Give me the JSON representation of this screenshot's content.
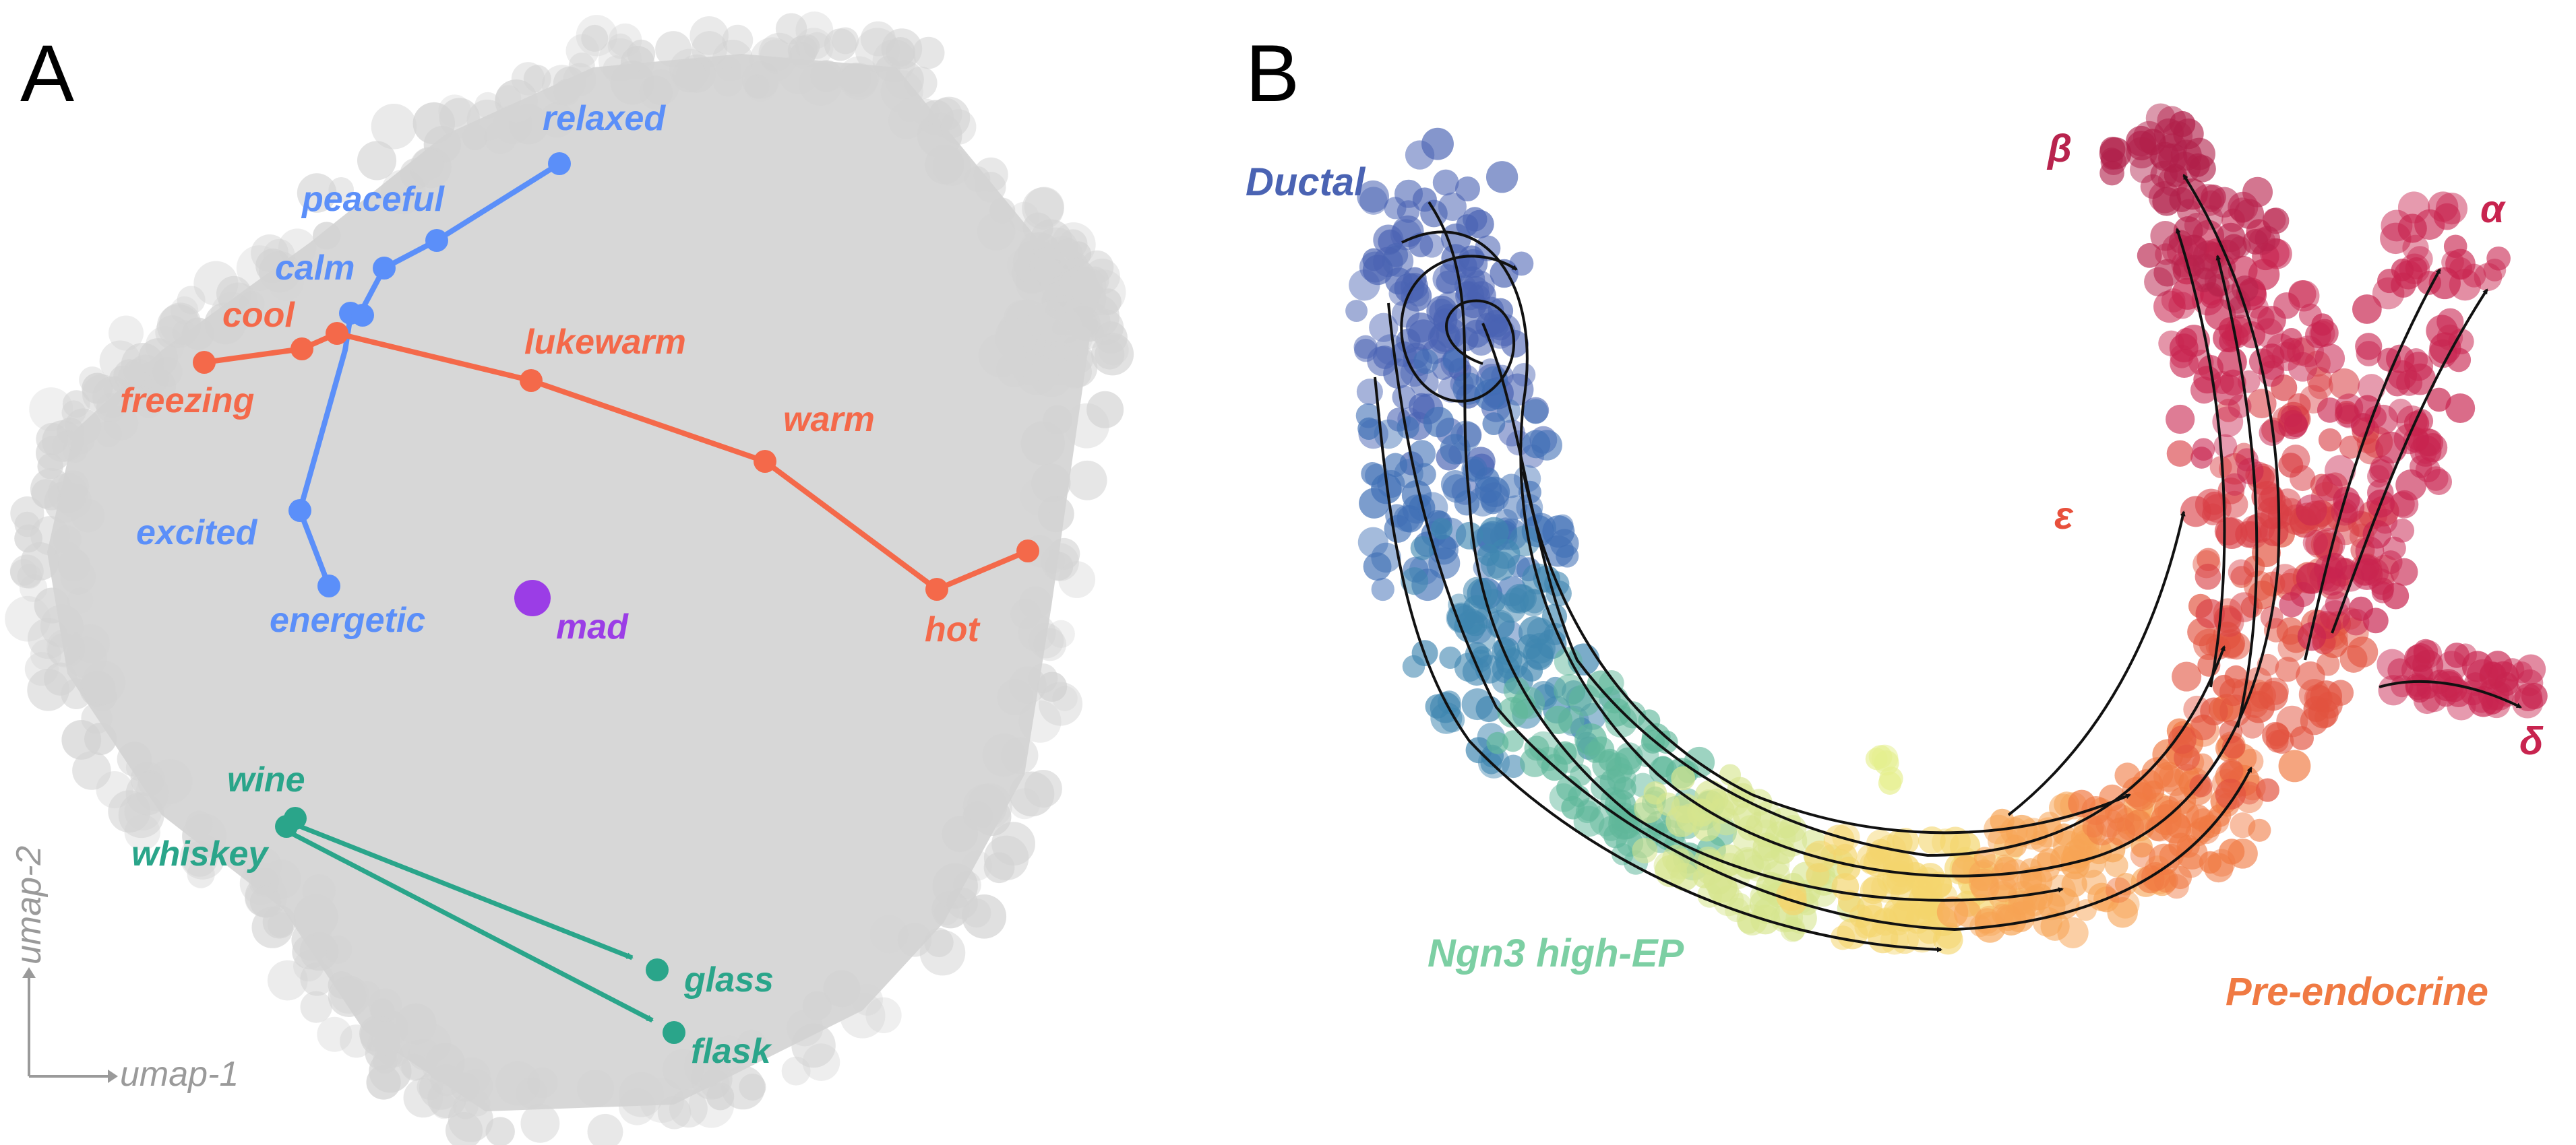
{
  "panels": [
    {
      "letter": "A",
      "axes": {
        "x_label": "umap-1",
        "y_label": "umap-2"
      },
      "colors": {
        "cloud": "#d3d3d3",
        "emotion": "#5b8ff9",
        "temperature": "#f4694a",
        "drink": "#2aa58a",
        "outlier": "#9b3de6"
      },
      "groups": [
        {
          "id": "emotion",
          "words": [
            "relaxed",
            "peaceful",
            "calm",
            "excited",
            "energetic"
          ]
        },
        {
          "id": "temperature",
          "words": [
            "cool",
            "freezing",
            "lukewarm",
            "warm",
            "hot"
          ]
        },
        {
          "id": "drink",
          "words": [
            "wine",
            "whiskey",
            "glass",
            "flask"
          ]
        },
        {
          "id": "outlier",
          "words": [
            "mad"
          ]
        }
      ]
    },
    {
      "letter": "B",
      "colors": {
        "ductal": "#4a63b3",
        "ngn3": "#7ccfa3",
        "pre_endocrine": "#f07a43",
        "endocrine": "#c8244f"
      },
      "labels": {
        "ductal": "Ductal",
        "ngn3": "Ngn3 high-EP",
        "pre_endocrine": "Pre-endocrine",
        "beta": "β",
        "alpha": "α",
        "epsilon": "ε",
        "delta": "δ"
      }
    }
  ]
}
